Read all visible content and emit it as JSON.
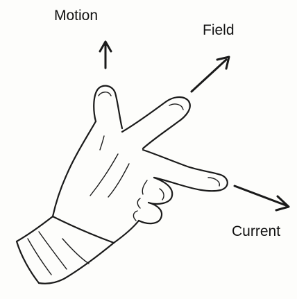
{
  "labels": {
    "motion": "Motion",
    "field": "Field",
    "current": "Current"
  },
  "colors": {
    "ink": "#1a1a1a",
    "background": "#fdfdfb"
  }
}
